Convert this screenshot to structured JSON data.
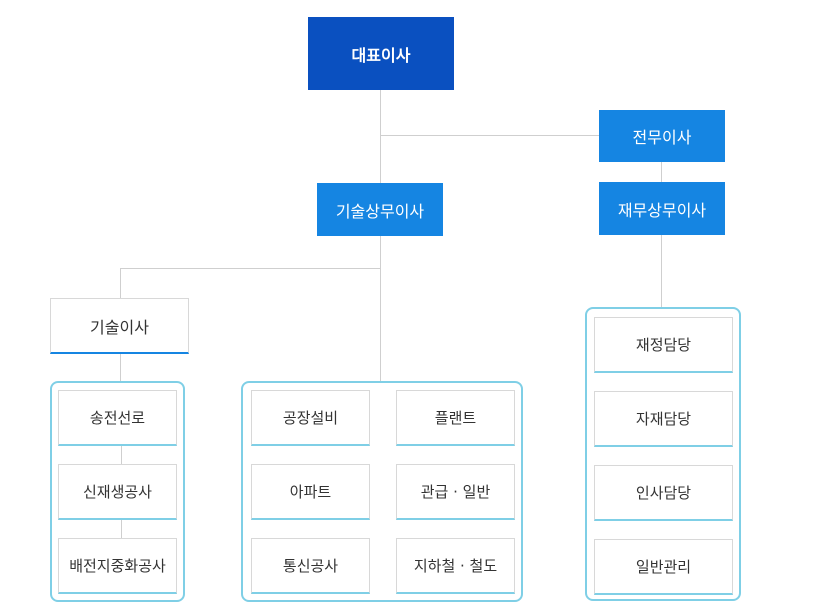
{
  "ceo": "대표이사",
  "managing_director": "전무이사",
  "tech_executive": "기술상무이사",
  "finance_executive": "재무상무이사",
  "tech_director": "기술이사",
  "group_left": [
    "송전선로",
    "신재생공사",
    "배전지중화공사"
  ],
  "group_mid": {
    "left": [
      "공장설비",
      "아파트",
      "통신공사"
    ],
    "right": [
      "플랜트",
      "관급 · 일반",
      "지하철 · 철도"
    ]
  },
  "group_right": [
    "재정담당",
    "자재담당",
    "인사담당",
    "일반관리"
  ],
  "colors": {
    "ceo": "#0a50c0",
    "executive": "#1585e2",
    "group_border": "#7fcfe6",
    "connector": "#cfcfcf"
  }
}
